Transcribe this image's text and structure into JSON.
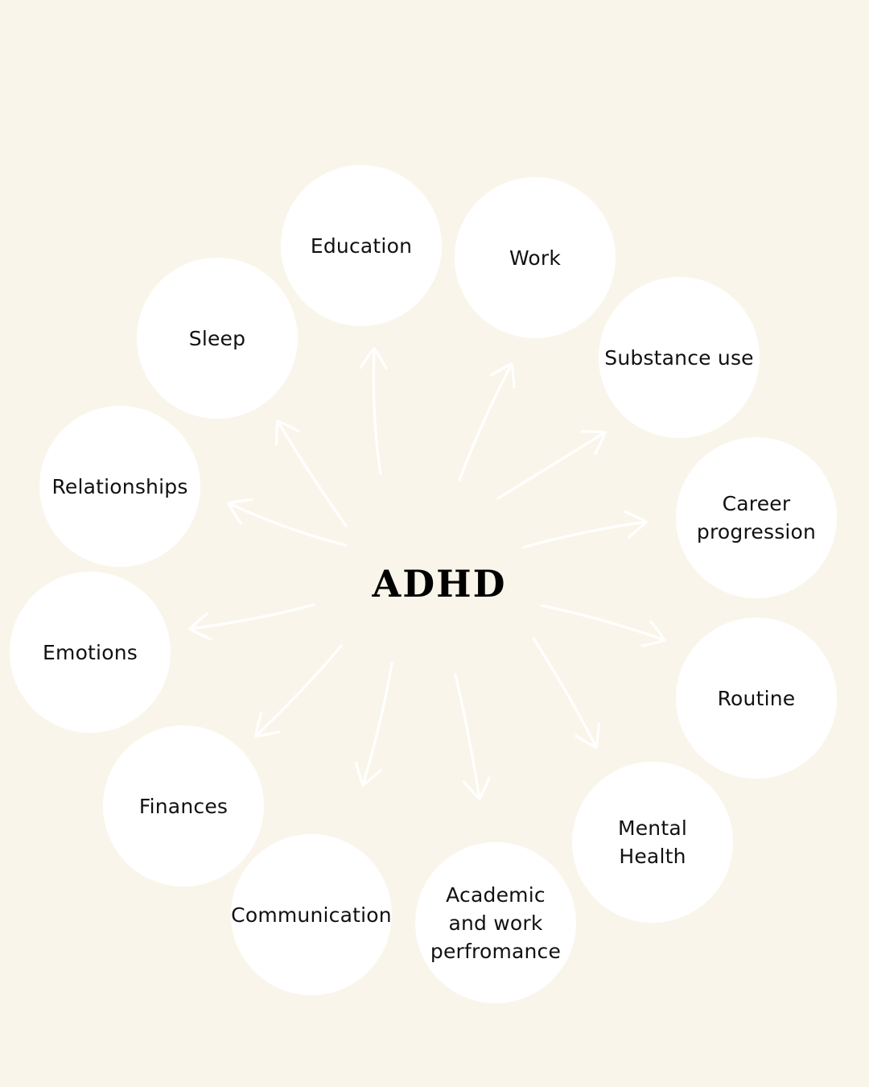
{
  "center": {
    "title": "ADHD"
  },
  "colors": {
    "background": "#faf5ea",
    "node": "#ffffff",
    "arrow": "#ffffff",
    "text": "#111111"
  },
  "nodes": [
    {
      "id": "education",
      "label": "Education"
    },
    {
      "id": "work",
      "label": "Work"
    },
    {
      "id": "substance-use",
      "label": "Substance use"
    },
    {
      "id": "career-progression",
      "label": "Career\nprogression"
    },
    {
      "id": "routine",
      "label": "Routine"
    },
    {
      "id": "mental-health",
      "label": "Mental\nHealth"
    },
    {
      "id": "academic-work-performance",
      "label": "Academic\nand work\nperfromance"
    },
    {
      "id": "communication",
      "label": "Communication"
    },
    {
      "id": "finances",
      "label": "Finances"
    },
    {
      "id": "emotions",
      "label": "Emotions"
    },
    {
      "id": "relationships",
      "label": "Relationships"
    },
    {
      "id": "sleep",
      "label": "Sleep"
    }
  ]
}
